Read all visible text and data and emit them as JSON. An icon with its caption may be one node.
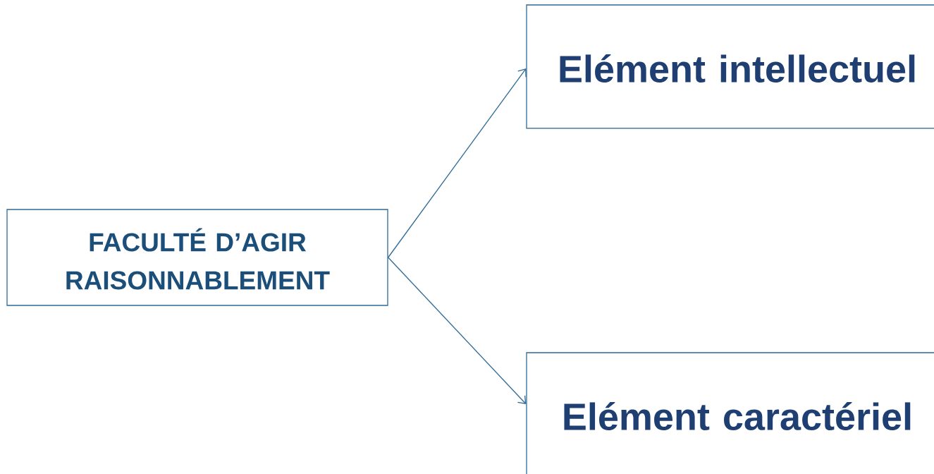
{
  "diagram": {
    "nodes": [
      {
        "text": [
          "FACULTÉ D’AGIR RAISONNABLEMENT"
        ]
      },
      {
        "text": [
          "Elément intellectuel"
        ]
      },
      {
        "text": [
          "Elément caractériel"
        ]
      }
    ],
    "edges": [
      {
        "from": 0,
        "to": 1,
        "arrow": "to"
      },
      {
        "from": 0,
        "to": 2,
        "arrow": "to"
      }
    ]
  }
}
